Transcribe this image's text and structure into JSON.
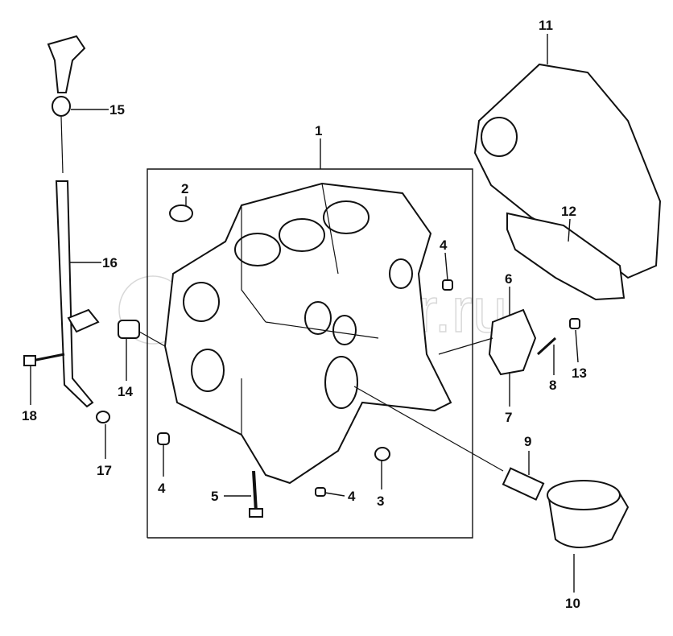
{
  "diagram": {
    "title": "Cylinder block parts diagram",
    "watermark": "autopiter.ru",
    "callouts": [
      {
        "id": "1",
        "label": "1"
      },
      {
        "id": "2",
        "label": "2"
      },
      {
        "id": "3",
        "label": "3"
      },
      {
        "id": "4a",
        "label": "4"
      },
      {
        "id": "4b",
        "label": "4"
      },
      {
        "id": "4c",
        "label": "4"
      },
      {
        "id": "5",
        "label": "5"
      },
      {
        "id": "6",
        "label": "6"
      },
      {
        "id": "7",
        "label": "7"
      },
      {
        "id": "8",
        "label": "8"
      },
      {
        "id": "9",
        "label": "9"
      },
      {
        "id": "10",
        "label": "10"
      },
      {
        "id": "11",
        "label": "11"
      },
      {
        "id": "12",
        "label": "12"
      },
      {
        "id": "13",
        "label": "13"
      },
      {
        "id": "14",
        "label": "14"
      },
      {
        "id": "15",
        "label": "15"
      },
      {
        "id": "16",
        "label": "16"
      },
      {
        "id": "17",
        "label": "17"
      },
      {
        "id": "18",
        "label": "18"
      }
    ]
  }
}
